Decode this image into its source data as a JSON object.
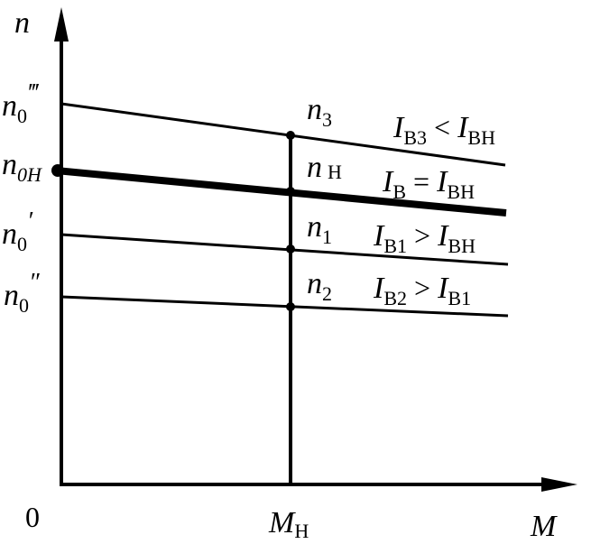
{
  "axes": {
    "x_label": "M",
    "y_label": "n",
    "origin_label": "0",
    "mark_label": "M",
    "mark_label_sub": "Н"
  },
  "y_ticks": [
    {
      "main": "n",
      "sub": "0",
      "mark": "‴"
    },
    {
      "main": "n",
      "sub": "0H",
      "mark": ""
    },
    {
      "main": "n",
      "sub": "0",
      "mark": "′"
    },
    {
      "main": "n",
      "sub": "0",
      "mark": "″"
    }
  ],
  "curves": [
    {
      "point_label": "n",
      "point_sub": "3",
      "cond_a": "I",
      "cond_a_sub": "В3",
      "relation": " < ",
      "cond_b": "I",
      "cond_b_sub": "ВН",
      "bold": false
    },
    {
      "point_label": "n",
      "point_sub": "Н",
      "cond_a": "I",
      "cond_a_sub": "В",
      "relation": " = ",
      "cond_b": "I",
      "cond_b_sub": "ВН",
      "bold": true
    },
    {
      "point_label": "n",
      "point_sub": "1",
      "cond_a": "I",
      "cond_a_sub": "В1",
      "relation": " > ",
      "cond_b": "I",
      "cond_b_sub": "ВН",
      "bold": false
    },
    {
      "point_label": "n",
      "point_sub": "2",
      "cond_a": "I",
      "cond_a_sub": "В2",
      "relation": " > ",
      "cond_b": "I",
      "cond_b_sub": "В1",
      "bold": false
    }
  ],
  "colors": {
    "ink": "#000000",
    "background": "#ffffff"
  }
}
